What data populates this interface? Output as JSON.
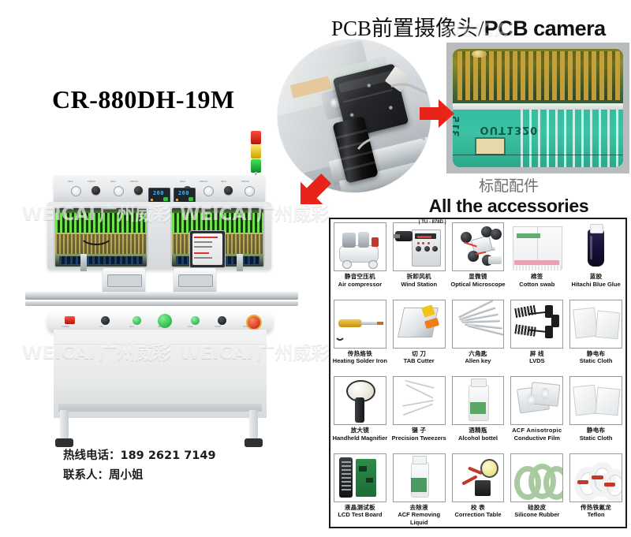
{
  "headings": {
    "camera_cn": "PCB前置摄像头",
    "camera_sep": "/",
    "camera_en": "PCB camera",
    "model": "CR-880DH-19M",
    "accessories_cn": "标配配件",
    "accessories_en": "All the accessories"
  },
  "contact": {
    "hotline": "热线电话：189 2621 7149",
    "person": "联系人：周小姐"
  },
  "watermark": {
    "latin": "WEICAI",
    "cjk": "广州威彩"
  },
  "machine": {
    "display_left": "260",
    "display_right": "260",
    "panel_labels": [
      "POWER",
      "AIR",
      "VAC1",
      "HEAT",
      "VAC2",
      "START",
      "STOP"
    ],
    "top_labels": [
      "REG1",
      "PRESS1",
      "REG2",
      "PRESS2",
      "REG3",
      "PRESS3",
      "REG4",
      "PRESS4"
    ]
  },
  "pcb_inset": {
    "text_main": "OUT1320",
    "text_side": "315"
  },
  "accessories": {
    "note_wind_station": "( TU - 878D )",
    "items": [
      {
        "cn": "静音空压机",
        "en": "Air compressor",
        "art": "compressor"
      },
      {
        "cn": "拆卸风机",
        "en": "Wind Station",
        "art": "station"
      },
      {
        "cn": "显微镜",
        "en": "Optical Microscope",
        "art": "micro"
      },
      {
        "cn": "棉签",
        "en": "Cotton swab",
        "art": "swab"
      },
      {
        "cn": "蓝胶",
        "en": "Hitachi Blue Glue",
        "art": "glue"
      },
      {
        "cn": "传热烙铁",
        "en": "Heating Solder Iron",
        "art": "iron"
      },
      {
        "cn": "切 刀",
        "en": "TAB Cutter",
        "art": "cutter"
      },
      {
        "cn": "六角匙",
        "en": "Allen key",
        "art": "allen"
      },
      {
        "cn": "屏 线",
        "en": "LVDS",
        "art": "lvds"
      },
      {
        "cn": "静电布",
        "en": "Static Cloth",
        "art": "cloth"
      },
      {
        "cn": "放大镜",
        "en": "Handheld Magnifier",
        "art": "magnifier"
      },
      {
        "cn": "镊 子",
        "en": "Precision Tweezers",
        "art": "tweez"
      },
      {
        "cn": "酒精瓶",
        "en": "Alcohol bottel",
        "art": "alcohol"
      },
      {
        "cn": "ACF Anisotropic",
        "en": "Conductive Film",
        "art": "acf"
      },
      {
        "cn": "静电布",
        "en": "Static Cloth",
        "art": "cloth"
      },
      {
        "cn": "液晶测试板",
        "en": "LCD  Test Board",
        "art": "lcd"
      },
      {
        "cn": "去除液",
        "en": "ACF Removing Liquid",
        "art": "remov"
      },
      {
        "cn": "校 表",
        "en": "Correction Table",
        "art": "corr"
      },
      {
        "cn": "硅胶皮",
        "en": "Silicone Rubber",
        "art": "silicone"
      },
      {
        "cn": "传热铁氟龙",
        "en": "Teflon",
        "art": "teflon"
      }
    ]
  },
  "colors": {
    "accent_red": "#e8241a",
    "pcb_green": "#35bda0",
    "gold": "#c9a23a",
    "display_blue": "#4ab7f0"
  }
}
